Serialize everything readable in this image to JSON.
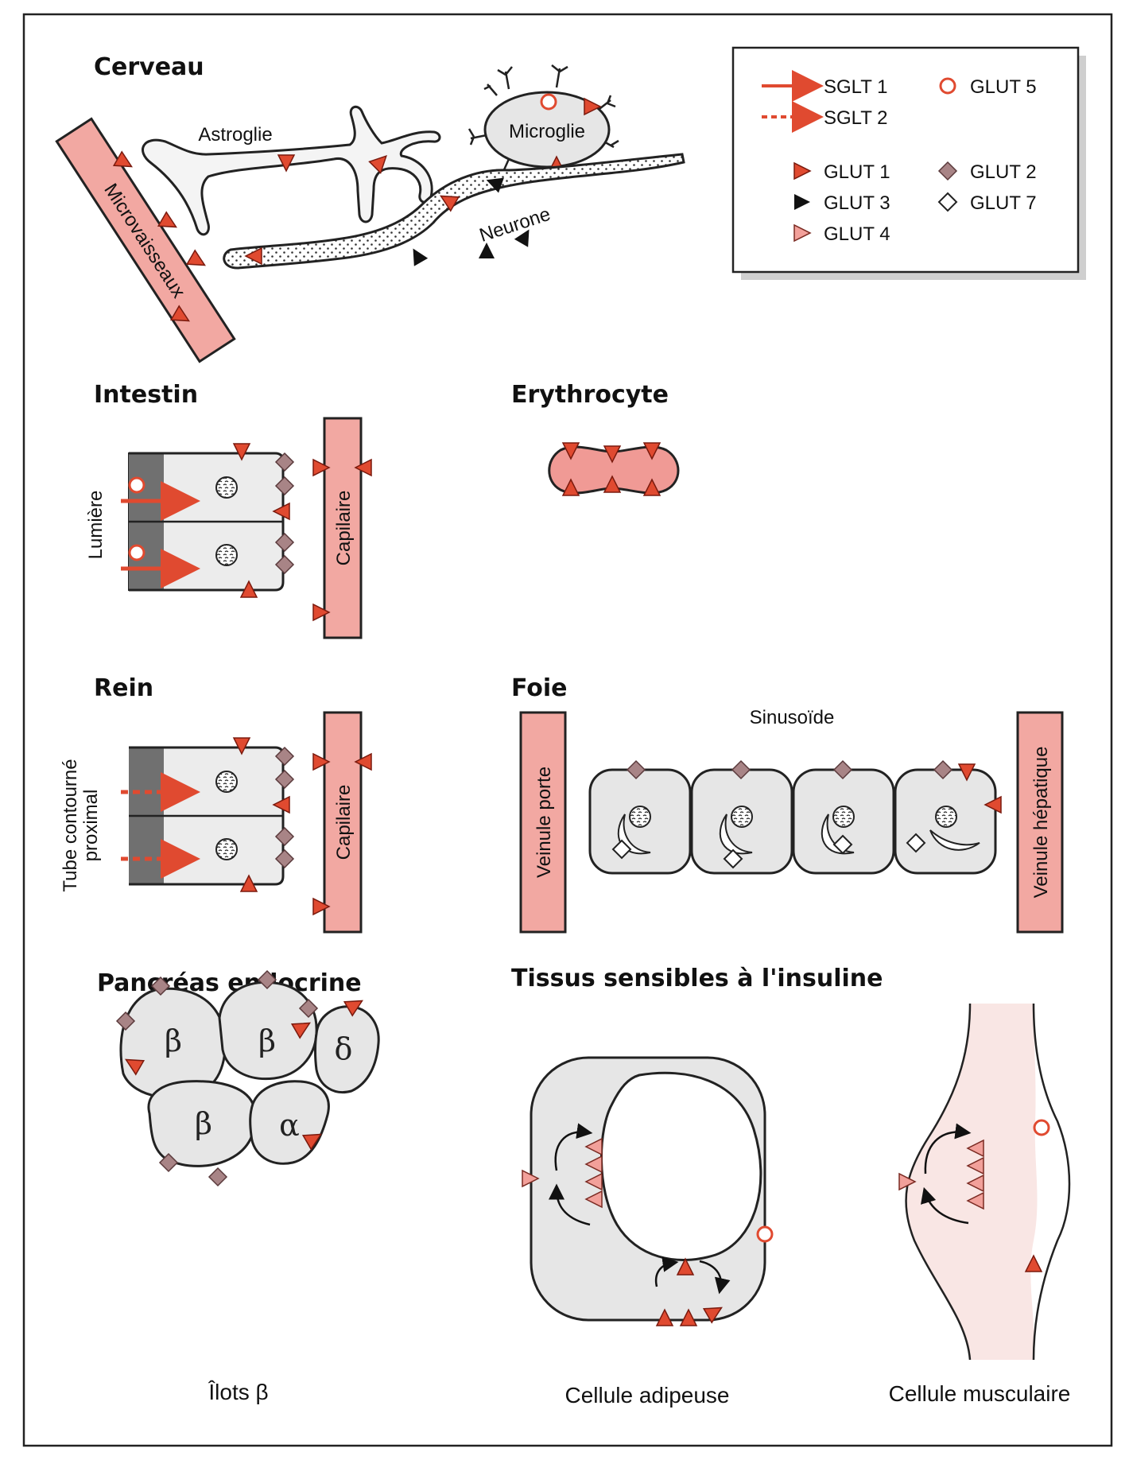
{
  "sections": {
    "brain": "Cerveau",
    "intestine": "Intestin",
    "erythrocyte": "Erythrocyte",
    "kidney": "Rein",
    "liver": "Foie",
    "pancreas": "Pancréas endocrine",
    "insulin_tissues": "Tissus sensibles à l'insuline"
  },
  "labels": {
    "astroglia": "Astroglie",
    "microglia": "Microglie",
    "neuron": "Neurone",
    "microvessels": "Microvaisseaux",
    "lumen": "Lumière",
    "capillary": "Capilaire",
    "proximal_tubule_line1": "Tube contourné",
    "proximal_tubule_line2": "proximal",
    "sinusoid": "Sinusoïde",
    "portal_venule": "Veinule porte",
    "hepatic_venule": "Veinule hépatique",
    "beta_islets": "Îlots β",
    "adipocyte": "Cellule adipeuse",
    "muscle_cell": "Cellule musculaire"
  },
  "islet_cells": {
    "beta": "β",
    "alpha": "α",
    "delta": "δ"
  },
  "legend": {
    "sglt1": "SGLT 1",
    "sglt2": "SGLT 2",
    "glut1": "GLUT 1",
    "glut2": "GLUT 2",
    "glut3": "GLUT 3",
    "glut4": "GLUT 4",
    "glut5": "GLUT 5",
    "glut7": "GLUT 7"
  },
  "colors": {
    "transporter_red": "#e04a30",
    "glut4_pink": "#f2a09a",
    "vessel_pink": "#f2a8a2",
    "glut2_mauve": "#a88486",
    "cell_grey": "#e6e6e6"
  }
}
